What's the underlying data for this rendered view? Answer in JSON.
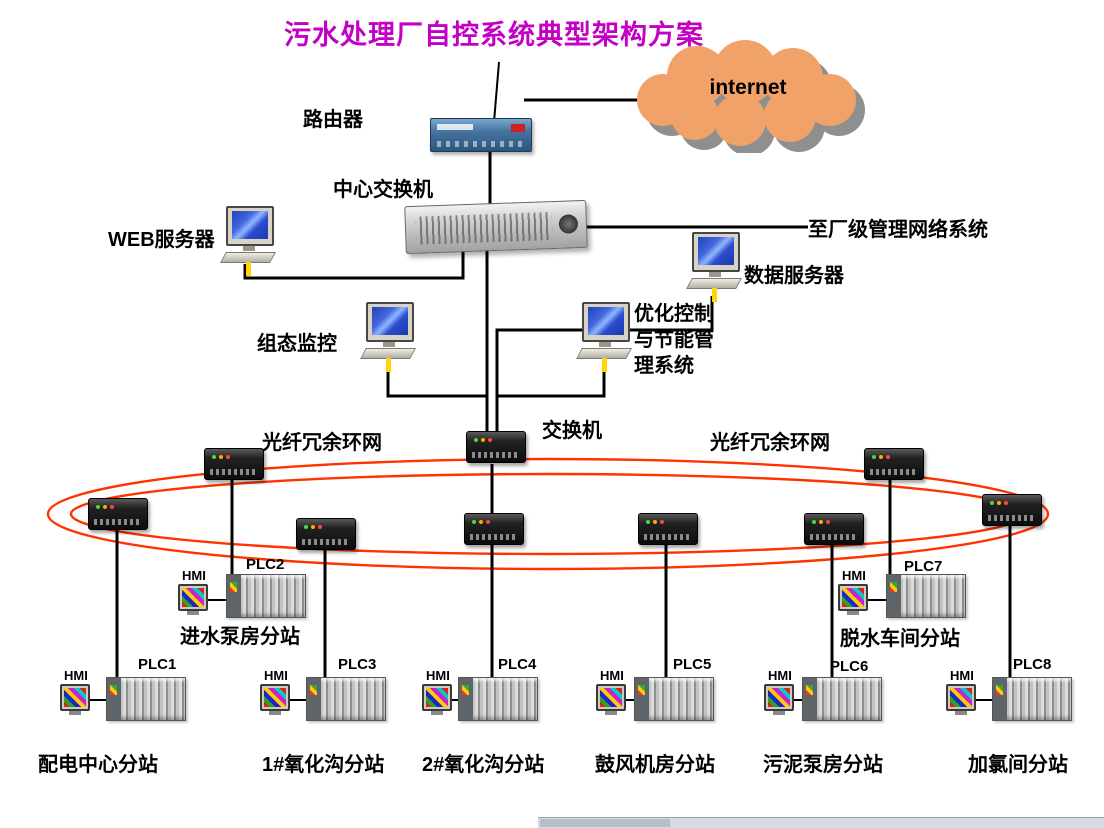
{
  "title": "污水处理厂自控系统典型架构方案",
  "labels": {
    "internet": "internet",
    "router": "路由器",
    "central_switch": "中心交换机",
    "web_server": "WEB服务器",
    "plant_network": "至厂级管理网络系统",
    "data_server": "数据服务器",
    "scada": "组态监控",
    "optimize1": "优化控制",
    "optimize2": "与节能管",
    "optimize3": "理系统",
    "switch": "交换机",
    "fiber_left": "光纤冗余环网",
    "fiber_right": "光纤冗余环网"
  },
  "stations": [
    {
      "plc": "PLC2",
      "hmi": "HMI",
      "name": "进水泵房分站"
    },
    {
      "plc": "PLC7",
      "hmi": "HMI",
      "name": "脱水车间分站"
    },
    {
      "plc": "PLC1",
      "hmi": "HMI",
      "name": "配电中心分站"
    },
    {
      "plc": "PLC3",
      "hmi": "HMI",
      "name": "1#氧化沟分站"
    },
    {
      "plc": "PLC4",
      "hmi": "HMI",
      "name": "2#氧化沟分站"
    },
    {
      "plc": "PLC5",
      "hmi": "HMI",
      "name": "鼓风机房分站"
    },
    {
      "plc": "PLC6",
      "hmi": "HMI",
      "name": "污泥泵房分站"
    },
    {
      "plc": "PLC8",
      "hmi": "HMI",
      "name": "加氯间分站"
    }
  ],
  "colors": {
    "title": "#c400c4",
    "ring": "#ff3300",
    "cloud": "#f0a268",
    "cloud_shadow": "#8f8f8f",
    "wire": "#000000"
  }
}
